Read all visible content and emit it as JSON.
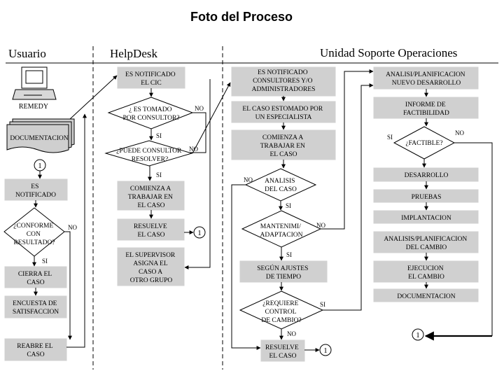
{
  "title": "Foto del Proceso",
  "lanes": {
    "usuario": "Usuario",
    "helpdesk": "HelpDesk",
    "unidad": "Unidad Soporte Operaciones"
  },
  "icons": {
    "remedy_label": "REMEDY",
    "documentacion_label": "DOCUMENTACION"
  },
  "connector": "1",
  "usuario": {
    "es_notificado": [
      "ES",
      "NOTIFICADO"
    ],
    "conforme": [
      "¿CONFORME",
      "CON",
      "RESULTADO?"
    ],
    "cierra": [
      "CIERRA EL",
      "CASO"
    ],
    "encuesta": [
      "ENCUESTA DE",
      "SATISFACCION"
    ],
    "reabre": [
      "REABRE EL",
      "CASO"
    ]
  },
  "helpdesk": {
    "notificado": [
      "ES NOTIFICADO",
      "EL CIC"
    ],
    "tomado": [
      "¿ ES TOMADO",
      "POR CONSULTOR?"
    ],
    "puede": [
      "¿PUEDE CONSULTOR",
      "RESOLVER?"
    ],
    "comienza": [
      "COMIENZA A",
      "TRABAJAR EN",
      "EL CASO"
    ],
    "resuelve": [
      "RESUELVE",
      "EL CASO"
    ],
    "supervisor": [
      "EL SUPERVISOR",
      "ASIGNA EL",
      "CASO A",
      "OTRO GRUPO"
    ]
  },
  "unidad_left": {
    "notificados": [
      "ES NOTIFICADO",
      "CONSULTORES Y/O",
      "ADMINISTRADORES"
    ],
    "tomado": [
      "EL CASO ESTOMADO POR",
      "UN ESPECIALISTA"
    ],
    "comienza": [
      "COMIENZA A",
      "TRABAJAR EN",
      "EL CASO"
    ],
    "analisis": [
      "ANALISIS",
      "DEL CASO"
    ],
    "mantenimi": [
      "MANTENIMI/",
      "ADAPTACION"
    ],
    "ajustes": [
      "SEGÚN AJUSTES",
      "DE TIEMPO"
    ],
    "requiere": [
      "¿REQUIERE",
      "CONTROL",
      "DE CAMBIO?"
    ],
    "resuelve": [
      "RESUELVE",
      "EL CASO"
    ]
  },
  "unidad_right": {
    "analisi": [
      "ANALISI/PLANIFICACION",
      "NUEVO DESARROLLO"
    ],
    "informe": [
      "INFORME DE",
      "FACTIBILIDAD"
    ],
    "factible": [
      "¿FACTIBLE?"
    ],
    "desarrollo": [
      "DESARROLLO"
    ],
    "pruebas": [
      "PRUEBAS"
    ],
    "implantacion": [
      "IMPLANTACION"
    ],
    "analisis_cambio": [
      "ANALISIS/PLANIFICACION",
      "DEL CAMBIO"
    ],
    "ejecucion": [
      "EJECUCION",
      "EL CAMBIO"
    ],
    "documentacion": [
      "DOCUMENTACION"
    ]
  },
  "labels": {
    "si": "SI",
    "no": "NO"
  }
}
